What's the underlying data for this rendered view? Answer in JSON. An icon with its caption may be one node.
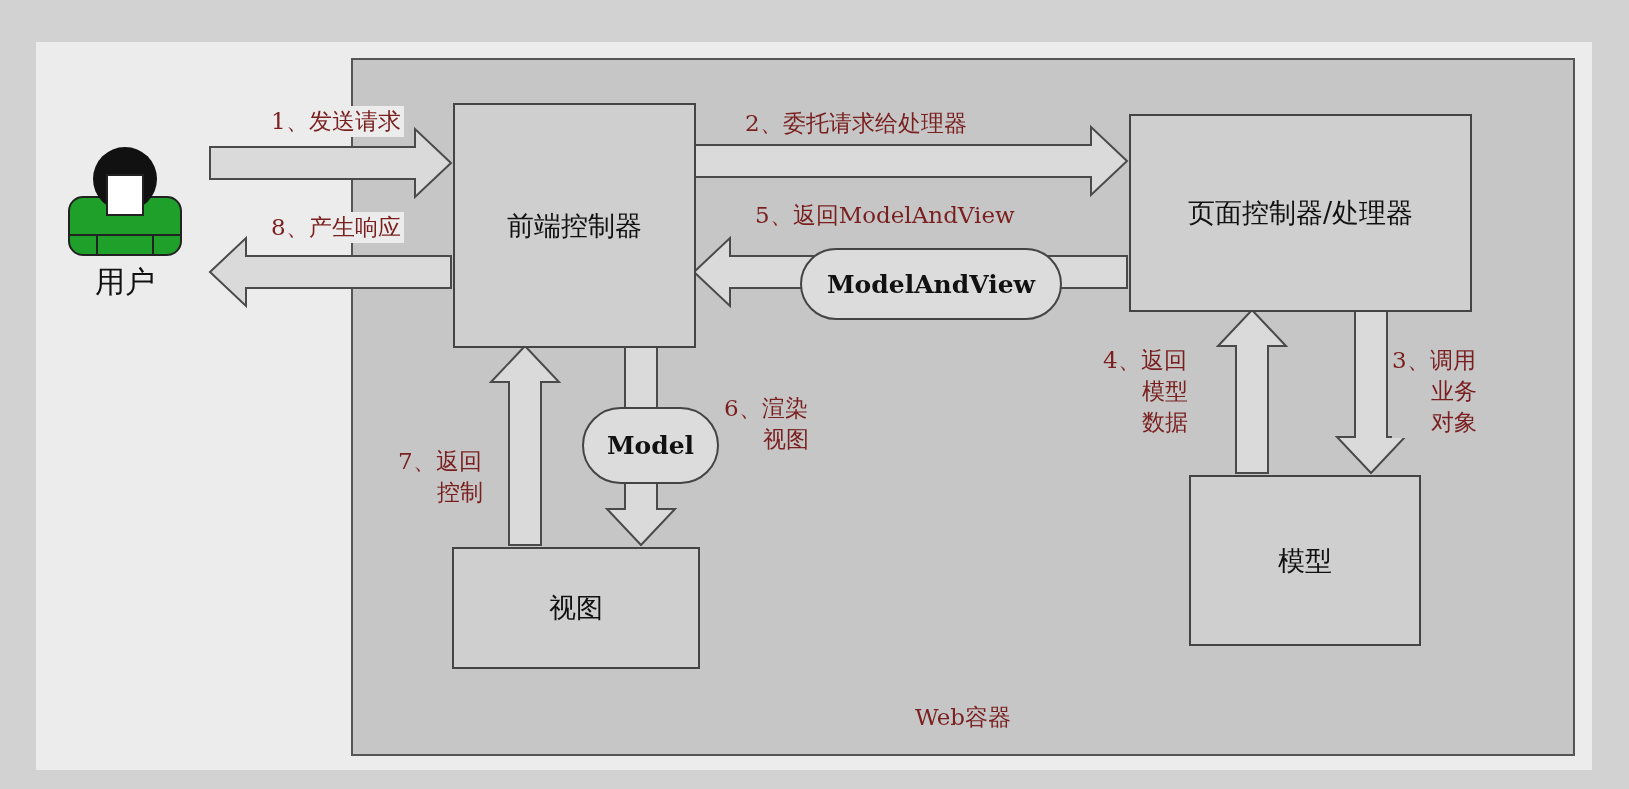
{
  "diagram": {
    "nodes": [
      {
        "text": [
          "用户"
        ]
      },
      {
        "text": [
          "Web容器"
        ]
      },
      {
        "text": [
          "前端控制器"
        ],
        "in": 1
      },
      {
        "text": [
          "页面控制器/处理器"
        ],
        "in": 1
      },
      {
        "text": [
          "ModelAndView"
        ],
        "in": 1
      },
      {
        "text": [
          "Model"
        ],
        "in": 1
      },
      {
        "text": [
          "模型"
        ],
        "in": 1
      },
      {
        "text": [
          "视图"
        ],
        "in": 1
      }
    ],
    "edges": [
      {
        "from": 0,
        "to": 2,
        "arrow": "to",
        "label": "1、发送请求"
      },
      {
        "from": 2,
        "to": 0,
        "arrow": "to",
        "label": "8、产生响应"
      },
      {
        "from": 2,
        "to": 3,
        "arrow": "to",
        "label": "2、委托请求给处理器"
      },
      {
        "from": 3,
        "to": 6,
        "arrow": "to",
        "label": "3、调用业务对象"
      },
      {
        "from": 6,
        "to": 3,
        "arrow": "to",
        "label": "4、返回模型数据"
      },
      {
        "from": 3,
        "to": 2,
        "arrow": "to",
        "label": "5、返回ModelAndView"
      },
      {
        "from": 2,
        "to": 7,
        "arrow": "to",
        "label": "6、渲染视图"
      },
      {
        "from": 7,
        "to": 2,
        "arrow": "to",
        "label": "7、返回控制"
      }
    ]
  }
}
